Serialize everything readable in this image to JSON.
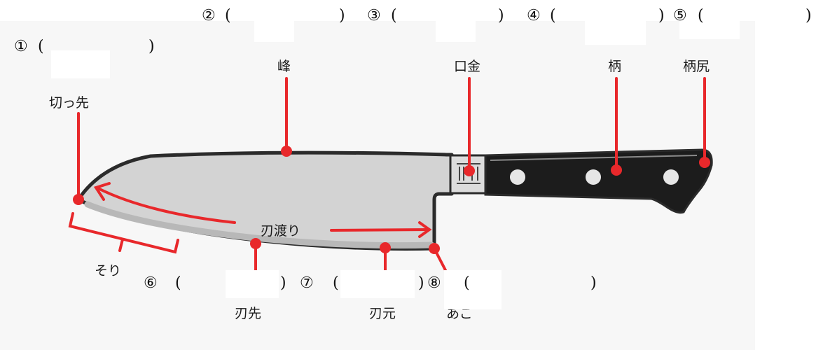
{
  "quiz": {
    "q1": {
      "number": "①",
      "open": "(",
      "close": ")"
    },
    "q2": {
      "number": "②",
      "open": "(",
      "close": ")"
    },
    "q3": {
      "number": "③",
      "open": "(",
      "close": ")"
    },
    "q4": {
      "number": "④",
      "open": "(",
      "close": ")"
    },
    "q5": {
      "number": "⑤",
      "open": "(",
      "close": ")"
    },
    "q6": {
      "number": "⑥",
      "open": "(",
      "close": ")"
    },
    "q7": {
      "number": "⑦",
      "open": "(",
      "close": ")"
    },
    "q8": {
      "number": "⑧",
      "open": "(",
      "close": ")"
    }
  },
  "labels": {
    "kissaki": "切っ先",
    "mine": "峰",
    "kuchigane": "口金",
    "e": "柄",
    "ejiri": "柄尻",
    "hawatari": "刃渡り",
    "sori": "そり",
    "hasaki": "刃先",
    "hamoto": "刃元",
    "ago": "あご"
  },
  "colors": {
    "marker": "#e8282b",
    "blade": "#d3d3d3",
    "edge": "#b8b8b8",
    "outline": "#2b2b2b",
    "handle": "#1c1c1c",
    "rivet": "#e6e6e6"
  }
}
